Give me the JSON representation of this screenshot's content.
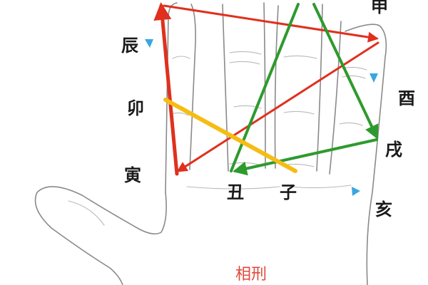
{
  "labels": {
    "shen": "申",
    "chen": "辰",
    "you": "酉",
    "mao": "卯",
    "xu": "戌",
    "yin": "寅",
    "chou": "丑",
    "zi": "子",
    "hai": "亥"
  },
  "caption": "相刑",
  "colors": {
    "red": "#e0301e",
    "green": "#2e9a2e",
    "yellow": "#f5bd14",
    "marker": "#3aa6e0",
    "caption": "#e04a3c"
  },
  "icons": {
    "hand": "hand-outline-icon",
    "marker": "triangle-marker-icon"
  }
}
